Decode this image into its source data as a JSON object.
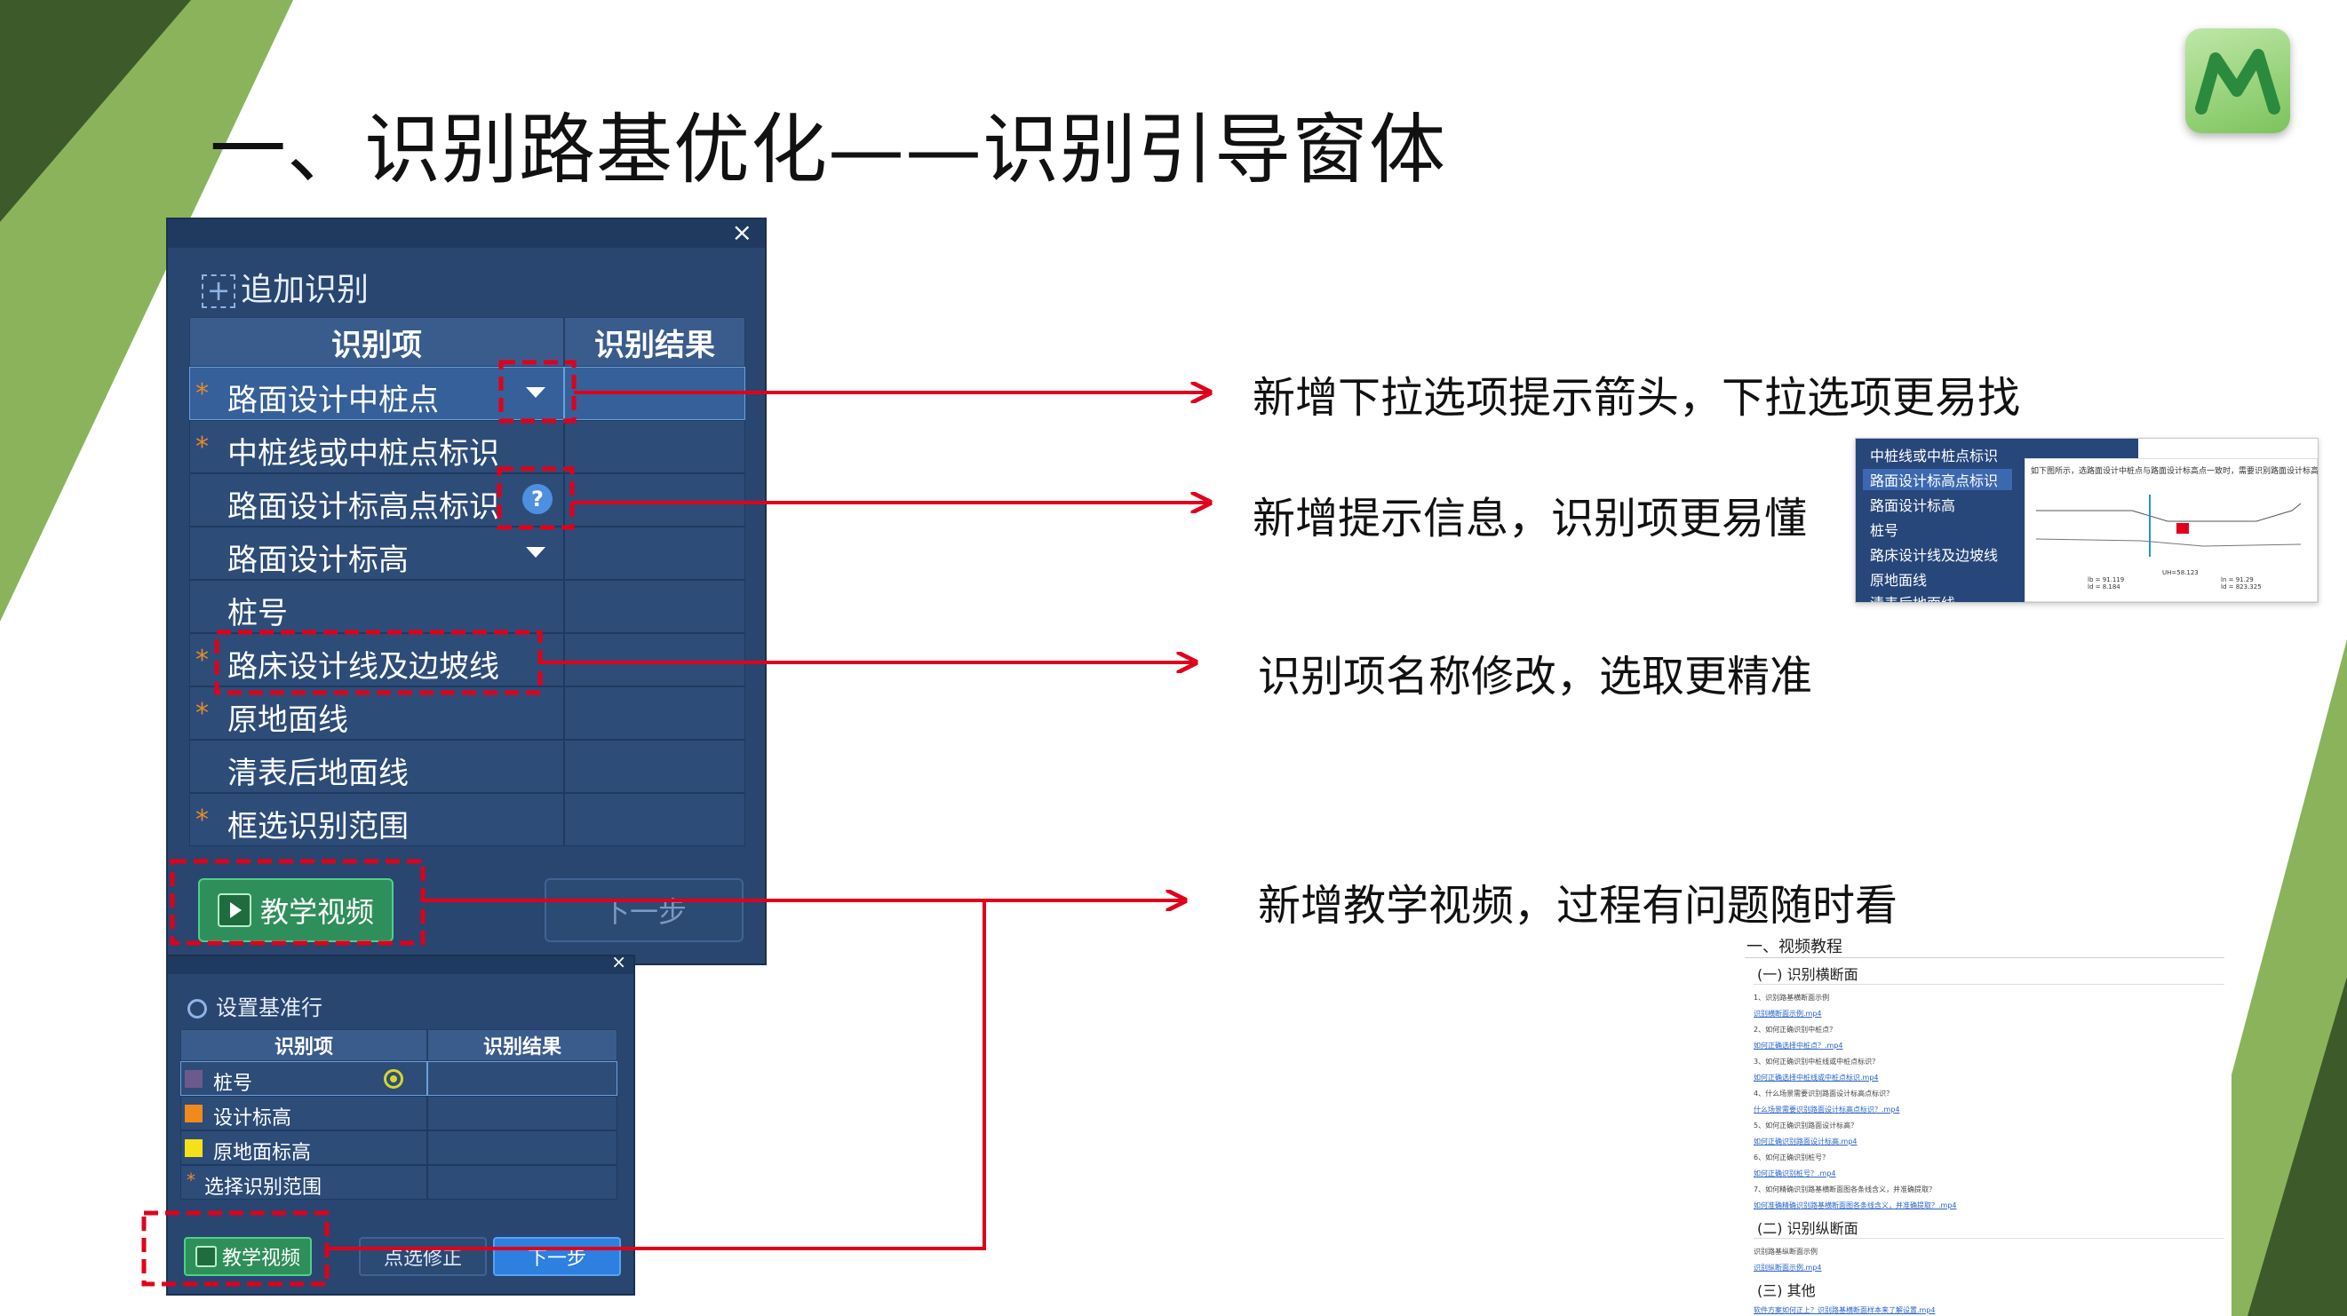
{
  "slide": {
    "title": "一、识别路基优化——识别引导窗体"
  },
  "dialog_main": {
    "close": "×",
    "add_ident": "追加识别",
    "col_item": "识别项",
    "col_result": "识别结果",
    "rows": [
      {
        "label": "路面设计中桩点",
        "star": "*"
      },
      {
        "label": "中桩线或中桩点标识",
        "star": "*"
      },
      {
        "label": "路面设计标高点标识",
        "star": ""
      },
      {
        "label": "路面设计标高",
        "star": ""
      },
      {
        "label": "桩号",
        "star": ""
      },
      {
        "label": "路床设计线及边坡线",
        "star": "*"
      },
      {
        "label": "原地面线",
        "star": "*"
      },
      {
        "label": "清表后地面线",
        "star": ""
      },
      {
        "label": "框选识别范围",
        "star": "*"
      }
    ],
    "help_glyph": "?",
    "video_button": "教学视频",
    "next_button": "下一步"
  },
  "dialog_base": {
    "close": "×",
    "title": "设置基准行",
    "col_item": "识别项",
    "col_result": "识别结果",
    "rows": [
      {
        "label": "桩号",
        "swatch": "#6b5a8e"
      },
      {
        "label": "设计标高",
        "swatch": "#f08a1c"
      },
      {
        "label": "原地面标高",
        "swatch": "#f3e21a"
      },
      {
        "label": "选择识别范围",
        "swatch": ""
      }
    ],
    "star": "*",
    "video_button": "教学视频",
    "fix_button": "点选修正",
    "next_button": "下一步"
  },
  "annotations": [
    "新增下拉选项提示箭头，下拉选项更易找",
    "新增提示信息，识别项更易懂",
    "识别项名称修改，选取更精准",
    "新增教学视频，过程有问题随时看"
  ],
  "inset_menu": {
    "items": [
      "中桩线或中桩点标识",
      "路面设计标高点标识",
      "路面设计标高",
      "桩号",
      "路床设计线及边坡线",
      "原地面线",
      "清表后地面线"
    ],
    "popup_text": "如下图所示，选路面设计中桩点与路面设计标高点一致时，需要识别路面设计标高点标识。",
    "values": [
      "lb = 91.119",
      "ld = 8.184",
      "ln = 91.29",
      "ld = 823.325",
      "UH=58.123"
    ]
  },
  "inset_videos": {
    "heading": "一、视频教程",
    "sec1": "(一) 识别横断面",
    "items": [
      {
        "q": "1、识别路基横断面示例",
        "link": "识别横断面示例.mp4"
      },
      {
        "q": "2、如何正确识别中桩点？",
        "link": "如何正确选择中桩点？.mp4"
      },
      {
        "q": "3、如何正确识别中桩线或中桩点标识？",
        "link": "如何正确选择中桩线或中桩点标识.mp4"
      },
      {
        "q": "4、什么场景需要识别路面设计标高点标识？",
        "link": "什么场景需要识别路面设计标高点标识？.mp4"
      },
      {
        "q": "5、如何正确识别路面设计标高？",
        "link": "如何正确识别路面设计标高.mp4"
      },
      {
        "q": "6、如何正确识别桩号？",
        "link": "如何正确识别桩号？.mp4"
      },
      {
        "q": "7、如何精确识别路基横断面图各条线含义，并准确提取？",
        "link": "如何准确精确识别路基横断面图各条线含义，并准确提取？.mp4"
      }
    ],
    "sec2": "(二) 识别纵断面",
    "sec2_q": "识别路基纵断面示例",
    "sec2_link": "识别纵断面示例.mp4",
    "sec3": "(三) 其他",
    "sec3_link": "软件方案如何正上？识别路基横断面样本来了解设置.mp4"
  },
  "colors": {
    "dialog_bg": "#28466f",
    "header_bg": "#3a5c8d",
    "highlight_red": "#e0001b",
    "video_green": "#2f8f5a",
    "next_blue": "#2d7fe0",
    "bg_dark_green": "#3c5a2a",
    "bg_light_green": "#8bb35c"
  }
}
